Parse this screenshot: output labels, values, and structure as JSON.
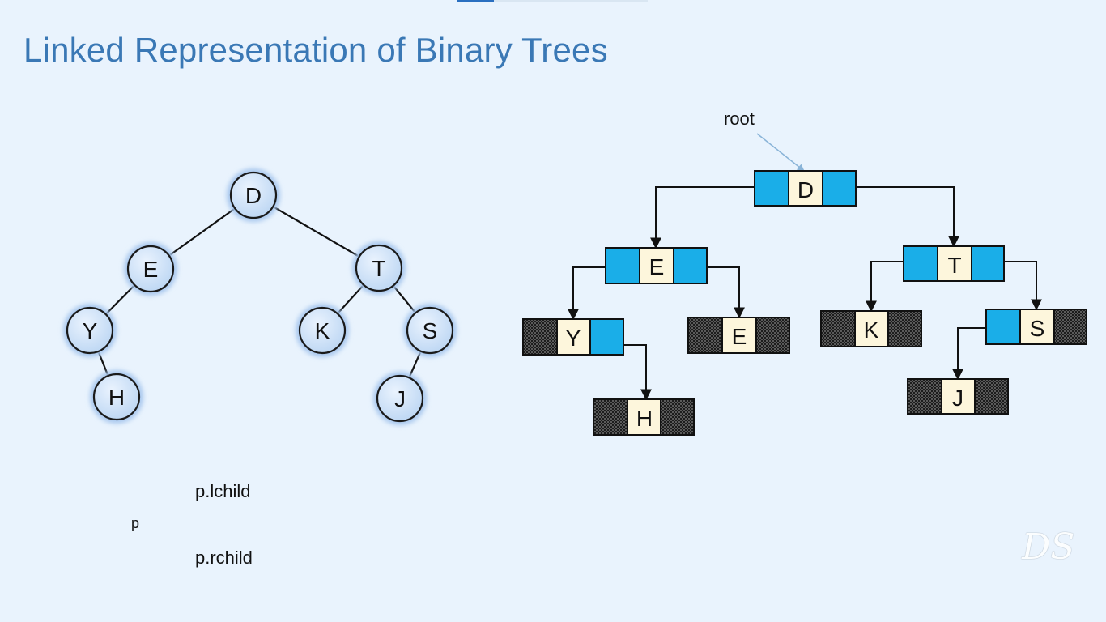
{
  "slide": {
    "title": "Linked Representation of Binary Trees"
  },
  "tree": {
    "nodes": [
      "D",
      "E",
      "T",
      "Y",
      "K",
      "S",
      "H",
      "J"
    ]
  },
  "linked": {
    "root_label": "root",
    "nodes": [
      "D",
      "E",
      "T",
      "Y",
      "E",
      "K",
      "S",
      "H",
      "J"
    ]
  },
  "struct_labels": {
    "p": "p",
    "lchild": "p.lchild",
    "rchild": "p.rchild"
  },
  "colors": {
    "title": "#3a78b5",
    "pointer_cell": "#1aaee8",
    "data_cell": "#fdf6dc",
    "null_cell": "#2b2b2b",
    "node_fill": "#cfe2f8"
  },
  "watermark": "DS"
}
